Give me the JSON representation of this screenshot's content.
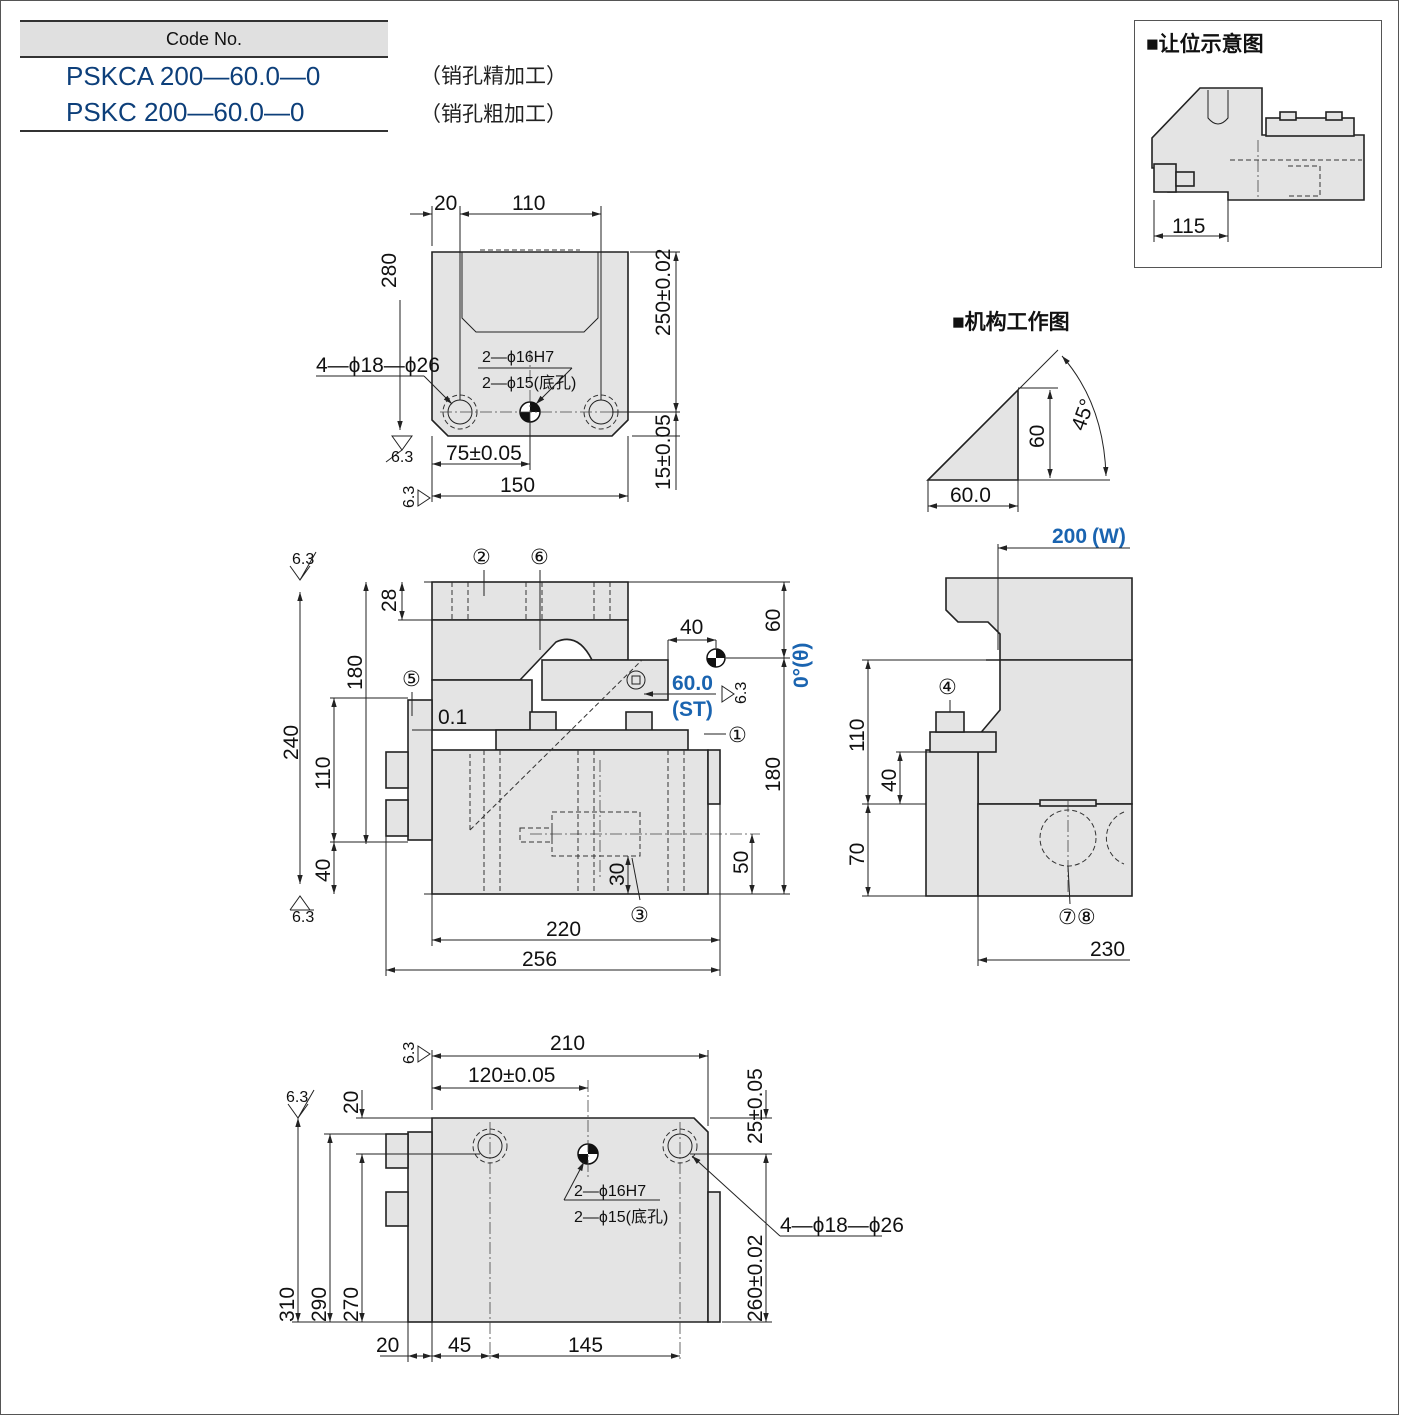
{
  "header": {
    "code_title": "Code No.",
    "codes": [
      {
        "code": "PSKCA 200—60.0—0",
        "note": "（销孔精加工）"
      },
      {
        "code": "PSKC 200—60.0—0",
        "note": "（销孔粗加工）"
      }
    ]
  },
  "inset": {
    "title": "■让位示意图",
    "dim_115": "115"
  },
  "mechanism": {
    "title": "■机构工作图",
    "dim_60": "60",
    "dim_60_0": "60.0",
    "angle": "45°"
  },
  "top_view": {
    "d20": "20",
    "d110": "110",
    "d280": "280",
    "d250": "250±0.02",
    "d15": "15±0.05",
    "d75": "75±0.05",
    "d150": "150",
    "holes": "4—ϕ18—ϕ26",
    "pin1": "2—ϕ16H7",
    "pin2": "2—ϕ15(底孔)",
    "rough": "6.3"
  },
  "front_view": {
    "d240": "240",
    "d180a": "180",
    "d110": "110",
    "d40": "40",
    "d28": "28",
    "d0_1": "0.1",
    "d40b": "40",
    "d60": "60",
    "d180b": "180",
    "d50": "50",
    "d30": "30",
    "d220": "220",
    "d256": "256",
    "st_value": "60.0",
    "st_label": "(ST)",
    "theta": "0°(θ)",
    "callouts": [
      "①",
      "②",
      "③",
      "④",
      "⑤",
      "⑥",
      "⑦⑧"
    ]
  },
  "side_view": {
    "width_value": "200",
    "width_label": "(W)",
    "d110": "110",
    "d40": "40",
    "d70": "70",
    "d230": "230"
  },
  "bottom_view": {
    "d210": "210",
    "d120": "120±0.05",
    "d25": "25±0.05",
    "d260": "260±0.02",
    "d20": "20",
    "d310": "310",
    "d290": "290",
    "d270": "270",
    "d20b": "20",
    "d45": "45",
    "d145": "145",
    "holes": "4—ϕ18—ϕ26",
    "pin1": "2—ϕ16H7",
    "pin2": "2—ϕ15(底孔)"
  }
}
